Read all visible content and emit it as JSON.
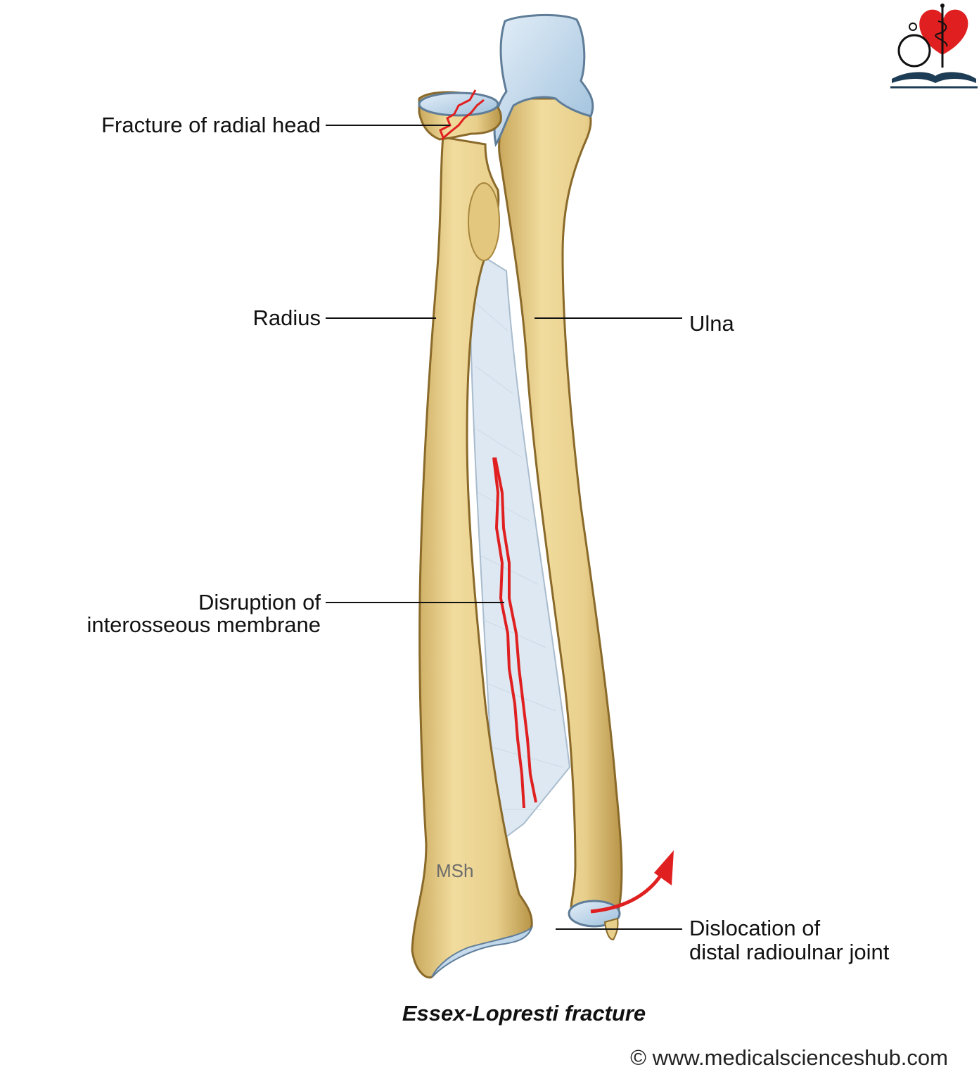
{
  "labels": {
    "radial_head": "Fracture of radial head",
    "radius": "Radius",
    "ulna": "Ulna",
    "membrane_line1": "Disruption of",
    "membrane_line2": "interosseous membrane",
    "druj_line1": "Dislocation of",
    "druj_line2": "distal radioulnar joint"
  },
  "watermark": "MSh",
  "caption": "Essex-Lopresti fracture",
  "website": "© www.medicalscienceshub.com",
  "colors": {
    "bone": "#e8cf8c",
    "bone_shadow": "#c9a85c",
    "bone_outline": "#8a6a2a",
    "cartilage": "#bcd6ea",
    "membrane": "#dde8f2",
    "fracture_red": "#e02020",
    "leader_line": "#111111"
  },
  "logo": {
    "icon": "heart-caduceus-stethoscope-book-logo"
  }
}
